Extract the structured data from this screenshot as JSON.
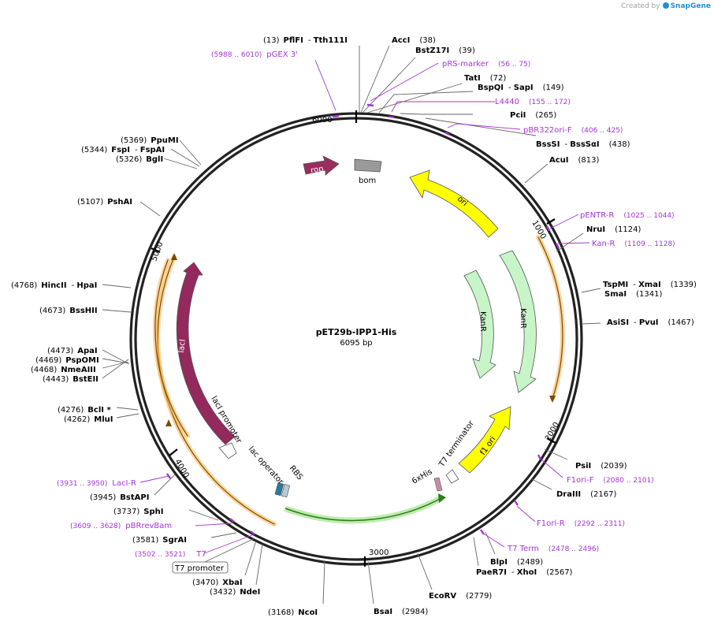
{
  "credit": {
    "prefix": "Created by",
    "brand": "SnapGene"
  },
  "plasmid": {
    "name": "pET29b-IPP1-His",
    "length": "6095 bp"
  },
  "ticks": [
    "1000",
    "2000",
    "3000",
    "4000",
    "5000",
    "6000"
  ],
  "enzymes": [
    {
      "pos": "(13)",
      "name": "PflFI",
      "name2": "Tth111I"
    },
    {
      "pos": "(38)",
      "name": "AccI"
    },
    {
      "pos": "(39)",
      "name": "BstZ17I"
    },
    {
      "pos": "(72)",
      "name": "TatI"
    },
    {
      "pos": "(149)",
      "name": "BspQI",
      "name2": "SapI"
    },
    {
      "pos": "(265)",
      "name": "PciI"
    },
    {
      "pos": "(438)",
      "name": "BssSI",
      "name2": "BssSαI"
    },
    {
      "pos": "(813)",
      "name": "AcuI"
    },
    {
      "pos": "(1124)",
      "name": "NruI"
    },
    {
      "pos": "(1339)",
      "name": "TspMI",
      "name2": "XmaI"
    },
    {
      "pos": "(1341)",
      "name": "SmaI"
    },
    {
      "pos": "(1467)",
      "name": "AsiSI",
      "name2": "PvuI"
    },
    {
      "pos": "(2039)",
      "name": "PsiI"
    },
    {
      "pos": "(2167)",
      "name": "DraIII"
    },
    {
      "pos": "(2489)",
      "name": "BlpI"
    },
    {
      "pos": "(2567)",
      "name": "PaeR7I",
      "name2": "XhoI"
    },
    {
      "pos": "(2779)",
      "name": "EcoRV"
    },
    {
      "pos": "(2984)",
      "name": "BsaI"
    },
    {
      "pos": "(3168)",
      "name": "NcoI"
    },
    {
      "pos": "(3432)",
      "name": "NdeI"
    },
    {
      "pos": "(3470)",
      "name": "XbaI"
    },
    {
      "pos": "(3581)",
      "name": "SgrAI"
    },
    {
      "pos": "(3737)",
      "name": "SphI"
    },
    {
      "pos": "(3945)",
      "name": "BstAPI"
    },
    {
      "pos": "(4262)",
      "name": "MluI"
    },
    {
      "pos": "(4276)",
      "name": "BclI *"
    },
    {
      "pos": "(4443)",
      "name": "BstEII"
    },
    {
      "pos": "(4468)",
      "name": "NmeAIII"
    },
    {
      "pos": "(4469)",
      "name": "PspOMI"
    },
    {
      "pos": "(4473)",
      "name": "ApaI"
    },
    {
      "pos": "(4673)",
      "name": "BssHII"
    },
    {
      "pos": "(4768)",
      "name": "HincII",
      "name2": "HpaI"
    },
    {
      "pos": "(5107)",
      "name": "PshAI"
    },
    {
      "pos": "(5326)",
      "name": "BglI"
    },
    {
      "pos": "(5344)",
      "name": "FspI",
      "name2": "FspAI"
    },
    {
      "pos": "(5369)",
      "name": "PpuMI"
    }
  ],
  "primers": [
    {
      "name": "pGEX 3'",
      "range": "(5988 .. 6010)"
    },
    {
      "name": "pRS-marker",
      "range": "(56 .. 75)"
    },
    {
      "name": "L4440",
      "range": "(155 .. 172)"
    },
    {
      "name": "pBR322ori-F",
      "range": "(406 .. 425)"
    },
    {
      "name": "pENTR-R",
      "range": "(1025 .. 1044)"
    },
    {
      "name": "Kan-R",
      "range": "(1109 .. 1128)"
    },
    {
      "name": "F1ori-F",
      "range": "(2080 .. 2101)"
    },
    {
      "name": "F1ori-R",
      "range": "(2292 .. 2311)"
    },
    {
      "name": "T7 Term",
      "range": "(2478 .. 2496)"
    },
    {
      "name": "T7",
      "range": "(3502 .. 3521)"
    },
    {
      "name": "pBRrevBam",
      "range": "(3609 .. 3628)"
    },
    {
      "name": "LacI-R",
      "range": "(3931 .. 3950)"
    }
  ],
  "features": {
    "rop": "rop",
    "bom": "bom",
    "ori": "ori",
    "kanr_inner": "KanR",
    "kanr_outer": "KanR",
    "f1ori": "f1 ori",
    "laci": "lacI",
    "laci_promoter": "lacI promoter",
    "lac_operator": "lac operator",
    "rbs": "RBS",
    "his": "6xHis",
    "t7_terminator": "T7 terminator",
    "t7_promoter": "T7 promoter"
  },
  "colors": {
    "backbone": "#222222",
    "primer": "#a335d6",
    "rop": "#9b2c5e",
    "bom": "#9a9a9a",
    "ori": "#ffff00",
    "kanr": "#c8f5c8",
    "f1ori": "#ffff00",
    "laci": "#93295d",
    "orf_highlight": "#f7b34a",
    "insert": "#93e07a"
  }
}
